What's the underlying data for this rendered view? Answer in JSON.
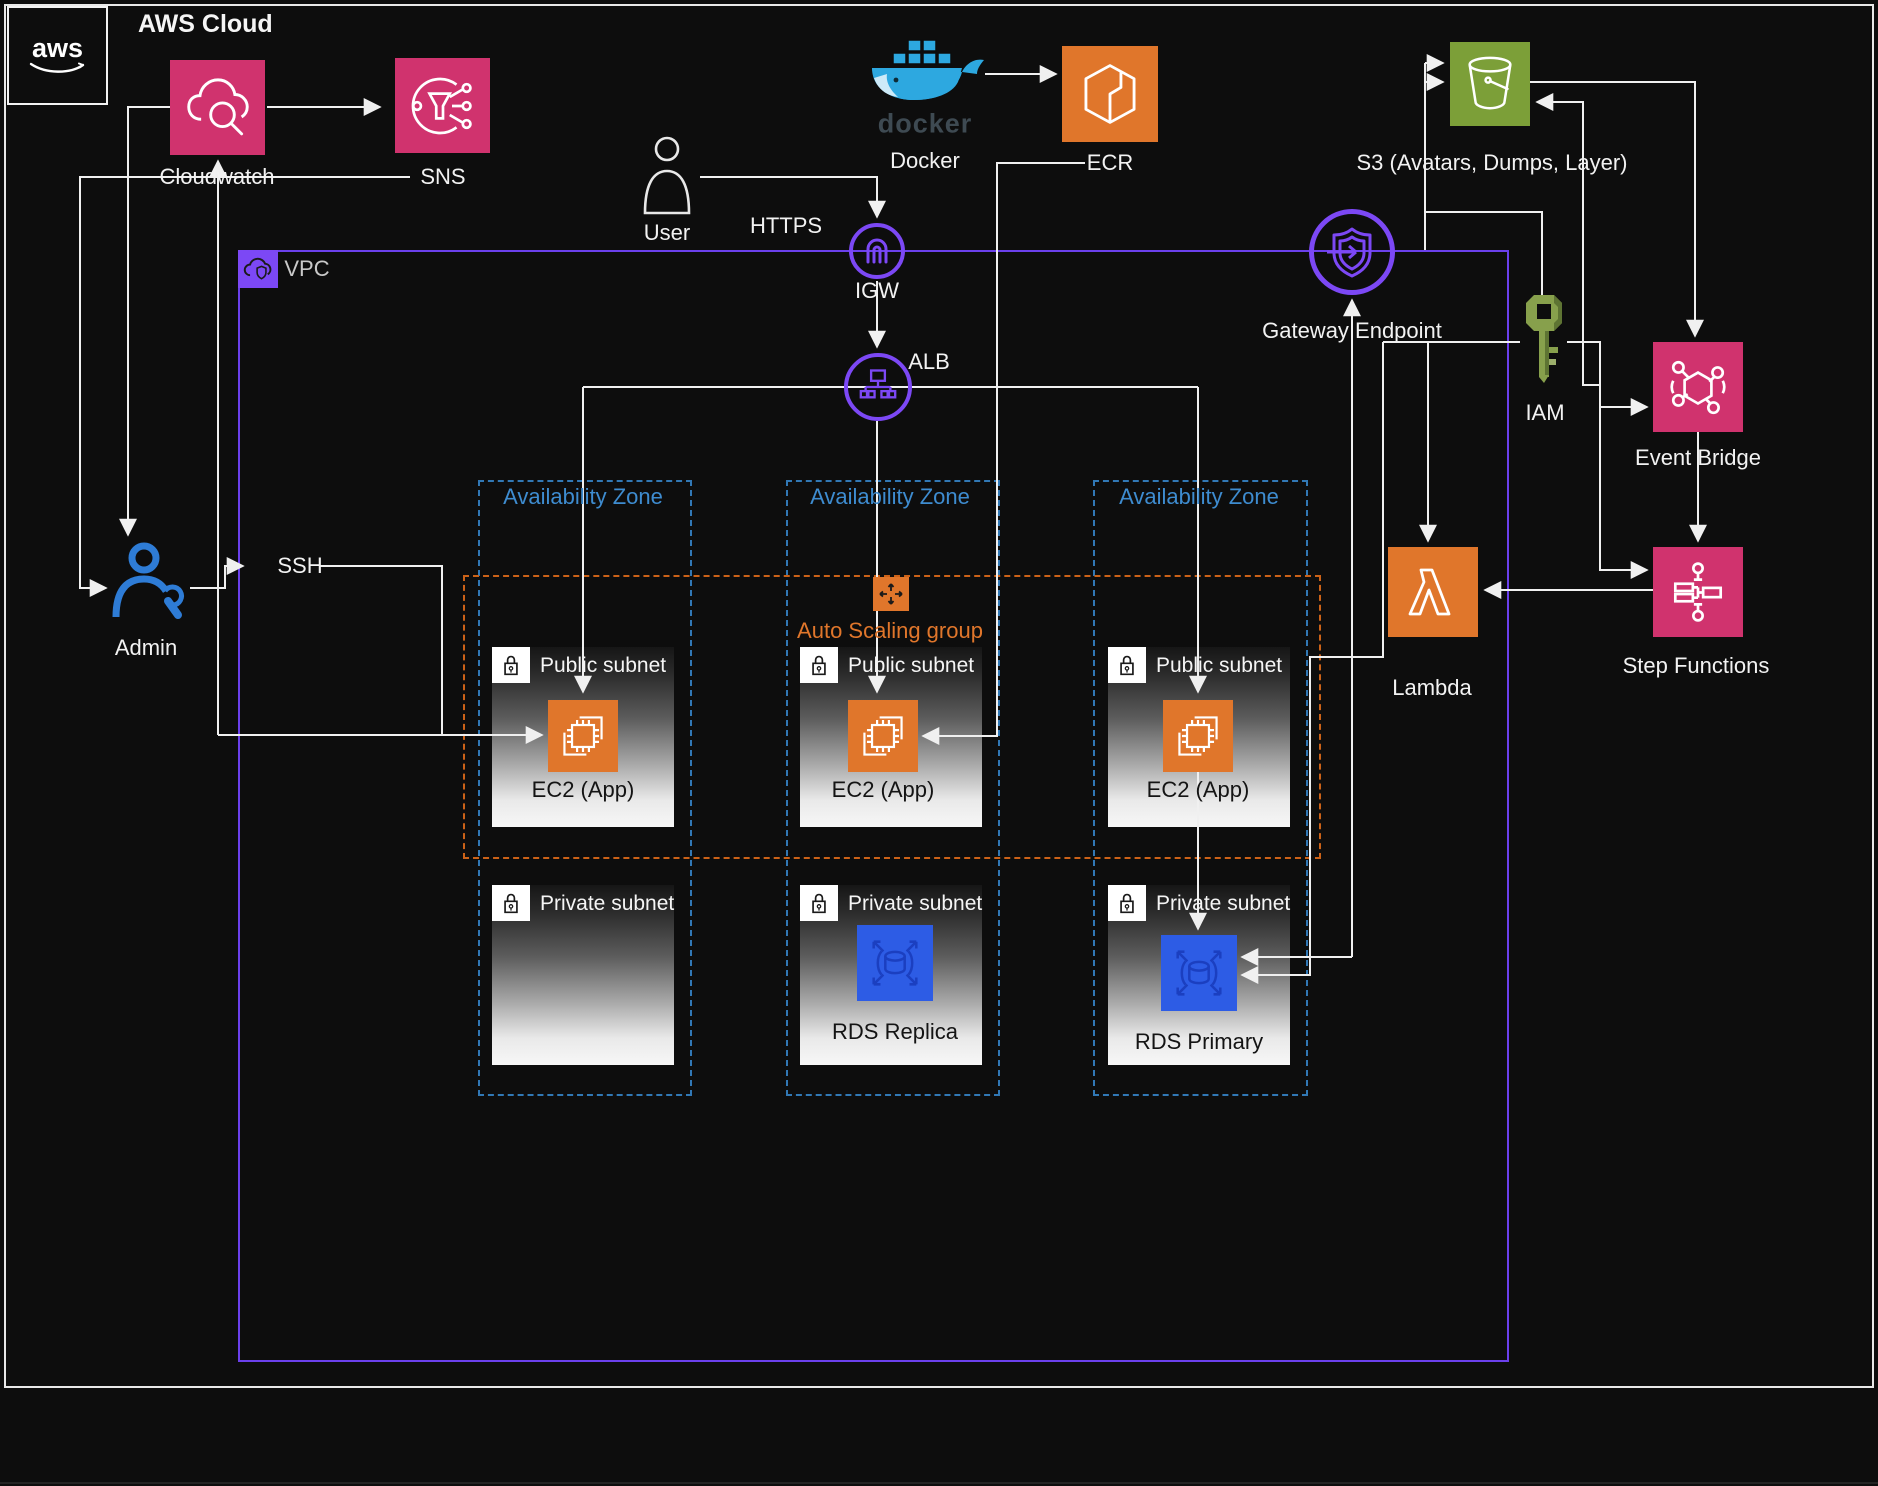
{
  "header": {
    "logo_text": "aws",
    "title": "AWS Cloud"
  },
  "groups": {
    "vpc": {
      "label": "VPC"
    },
    "zones": [
      {
        "label": "Availability Zone"
      },
      {
        "label": "Availability Zone"
      },
      {
        "label": "Availability Zone"
      }
    ],
    "auto_scaling_group": {
      "label": "Auto Scaling group"
    }
  },
  "subnets": [
    {
      "label": "Public subnet"
    },
    {
      "label": "Public subnet"
    },
    {
      "label": "Public subnet"
    },
    {
      "label": "Private subnet"
    },
    {
      "label": "Private subnet"
    },
    {
      "label": "Private subnet"
    }
  ],
  "nodes": {
    "cloudwatch": {
      "label": "Cloudwatch",
      "icon": "cloudwatch-icon",
      "color": "#d0336e"
    },
    "sns": {
      "label": "SNS",
      "icon": "sns-icon",
      "color": "#d0336e"
    },
    "user": {
      "label": "User",
      "icon": "user-icon",
      "color": "#e8e8e8"
    },
    "docker": {
      "label": "Docker",
      "wordmark": "docker",
      "icon": "docker-whale-icon",
      "color": "#2da8e0"
    },
    "ecr": {
      "label": "ECR",
      "icon": "ecr-icon",
      "color": "#e0762b"
    },
    "s3": {
      "label": "S3 (Avatars, Dumps, Layer)",
      "icon": "s3-bucket-icon",
      "color": "#7c9f38"
    },
    "igw": {
      "label": "IGW",
      "icon": "internet-gateway-icon",
      "color": "#7c48f5"
    },
    "gateway_endpoint": {
      "label": "Gateway Endpoint",
      "icon": "gateway-endpoint-icon",
      "color": "#7c48f5"
    },
    "alb": {
      "label": "ALB",
      "icon": "load-balancer-icon",
      "color": "#7c48f5"
    },
    "iam": {
      "label": "IAM",
      "icon": "iam-key-icon",
      "color": "#87a04c"
    },
    "event_bridge": {
      "label": "Event Bridge",
      "icon": "event-bridge-icon",
      "color": "#d0336e"
    },
    "step_functions": {
      "label": "Step Functions",
      "icon": "step-functions-icon",
      "color": "#d0336e"
    },
    "lambda": {
      "label": "Lambda",
      "icon": "lambda-icon",
      "color": "#e0762b"
    },
    "admin": {
      "label": "Admin",
      "icon": "admin-wrench-icon",
      "color": "#2e7cd6"
    },
    "ec2_az1": {
      "label": "EC2 (App)",
      "icon": "ec2-icon",
      "color": "#e0762b"
    },
    "ec2_az2": {
      "label": "EC2 (App)",
      "icon": "ec2-icon",
      "color": "#e0762b"
    },
    "ec2_az3": {
      "label": "EC2 (App)",
      "icon": "ec2-icon",
      "color": "#e0762b"
    },
    "rds_replica": {
      "label": "RDS Replica",
      "icon": "rds-icon",
      "color": "#2d5ce5"
    },
    "rds_primary": {
      "label": "RDS Primary",
      "icon": "rds-icon",
      "color": "#2d5ce5"
    },
    "auto_scaling": {
      "icon": "auto-scaling-icon",
      "color": "#e0762b"
    }
  },
  "edge_labels": {
    "https": "HTTPS",
    "ssh": "SSH"
  },
  "connections": [
    "Cloudwatch -> SNS",
    "Cloudwatch -> Admin",
    "SNS -> Admin",
    "EC2 (App) -> Cloudwatch",
    "Admin -> SSH -> EC2 (App) AZ1",
    "User -> HTTPS -> IGW",
    "IGW -> ALB",
    "ALB -> EC2 (App) AZ1",
    "ALB -> EC2 (App) AZ2",
    "ALB -> EC2 (App) AZ3",
    "Docker -> ECR",
    "ECR -> EC2 (App) AZ2",
    "EC2 (App) AZ3 -> RDS Primary",
    "RDS Primary <-> Gateway Endpoint",
    "Gateway Endpoint -> S3",
    "IAM -> S3",
    "S3 -> Event Bridge",
    "IAM -> Event Bridge",
    "IAM -> Lambda",
    "IAM -> RDS Primary",
    "IAM -> Step Functions",
    "Event Bridge -> Step Functions",
    "Step Functions -> Lambda"
  ]
}
